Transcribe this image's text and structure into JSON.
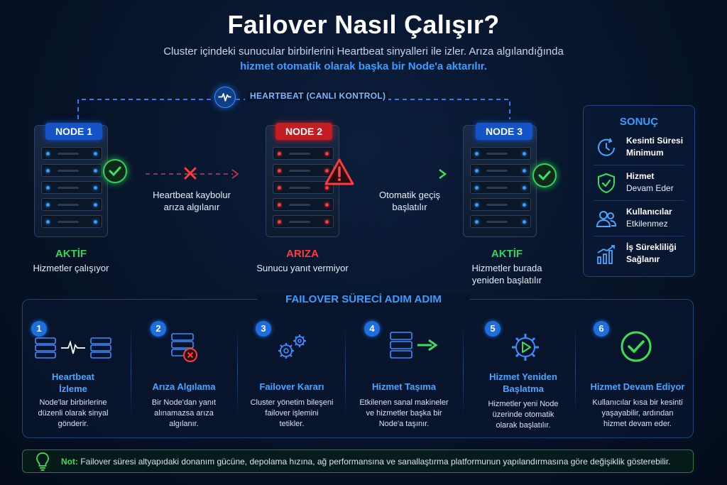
{
  "header": {
    "title": "Failover Nasıl Çalışır?",
    "subtitle_line1": "Cluster içindeki sunucular birbirlerini Heartbeat sinyalleri ile izler. Arıza algılandığında",
    "subtitle_line2": "hizmet otomatik olarak başka bir Node'a aktarılır."
  },
  "heartbeat_label": "HEARTBEAT (CANLI KONTROL)",
  "nodes": [
    {
      "badge": "NODE 1",
      "status": "AKTİF",
      "desc_line1": "Hizmetler çalışıyor",
      "desc_line2": "",
      "color": "#38d35c"
    },
    {
      "badge": "NODE 2",
      "status": "ARIZA",
      "desc_line1": "Sunucu yanıt vermiyor",
      "desc_line2": "",
      "color": "#ff3b3b"
    },
    {
      "badge": "NODE 3",
      "status": "AKTİF",
      "desc_line1": "Hizmetler burada",
      "desc_line2": "yeniden başlatılır",
      "color": "#38d35c"
    }
  ],
  "links": [
    {
      "line1": "Heartbeat kaybolur",
      "line2": "arıza algılanır"
    },
    {
      "line1": "Otomatik geçiş",
      "line2": "başlatılır"
    }
  ],
  "result": {
    "title": "SONUÇ",
    "items": [
      {
        "line1": "Kesinti Süresi",
        "line2": "Minimum",
        "icon": "clock-refresh-icon"
      },
      {
        "line1": "Hizmet",
        "line2": "Devam Eder",
        "icon": "shield-check-icon"
      },
      {
        "line1": "Kullanıcılar",
        "line2": "Etkilenmez",
        "icon": "users-icon"
      },
      {
        "line1": "İş Sürekliliği",
        "line2": "Sağlanır",
        "icon": "growth-chart-icon"
      }
    ]
  },
  "steps": {
    "title": "FAILOVER SÜRECİ ADIM ADIM",
    "items": [
      {
        "num": "1",
        "title_line1": "Heartbeat",
        "title_line2": "İzleme",
        "desc": [
          "Node'lar birbirlerine",
          "düzenli olarak sinyal",
          "gönderir."
        ]
      },
      {
        "num": "2",
        "title_line1": "Arıza Algılama",
        "title_line2": "",
        "desc": [
          "Bir Node'dan yanıt",
          "alınamazsa arıza",
          "algılanır."
        ]
      },
      {
        "num": "3",
        "title_line1": "Failover Kararı",
        "title_line2": "",
        "desc": [
          "Cluster yönetim bileşeni",
          "failover işlemini",
          "tetikler."
        ]
      },
      {
        "num": "4",
        "title_line1": "Hizmet Taşıma",
        "title_line2": "",
        "desc": [
          "Etkilenen sanal makineler",
          "ve hizmetler başka bir",
          "Node'a taşınır."
        ]
      },
      {
        "num": "5",
        "title_line1": "Hizmet Yeniden",
        "title_line2": "Başlatma",
        "desc": [
          "Hizmetler yeni Node",
          "üzerinde otomatik",
          "olarak başlatılır."
        ]
      },
      {
        "num": "6",
        "title_line1": "Hizmet Devam Ediyor",
        "title_line2": "",
        "desc": [
          "Kullanıcılar kısa bir kesinti",
          "yaşayabilir, ardından",
          "hizmet devam eder."
        ]
      }
    ]
  },
  "note": {
    "label": "Not:",
    "text": "Failover süresi altyapıdaki donanım gücüne, depolama hızına, ağ performansına ve sanallaştırma platformunun yapılandırmasına göre değişiklik gösterebilir."
  },
  "colors": {
    "accent": "#3d9cff",
    "ok": "#38d35c",
    "fail": "#ff3b3b"
  }
}
